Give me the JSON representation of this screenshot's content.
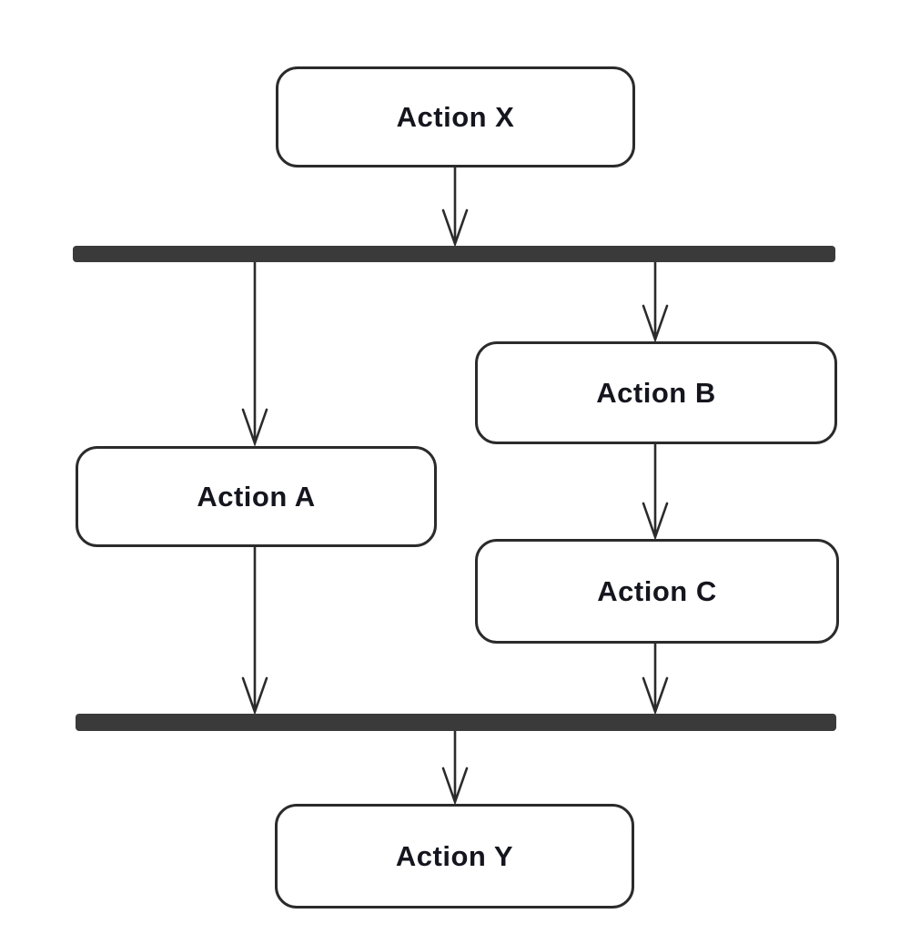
{
  "diagram": {
    "kind": "uml-activity-diagram",
    "description": "Fork and join of parallel actions",
    "colors": {
      "background": "#ffffff",
      "node_fill": "#ffffff",
      "node_border": "#2b2b2b",
      "sync_bar": "#3a3a3a",
      "edge": "#2b2b2b",
      "text": "#15151e"
    },
    "nodes": {
      "x": {
        "label": "Action X"
      },
      "a": {
        "label": "Action A"
      },
      "b": {
        "label": "Action B"
      },
      "c": {
        "label": "Action C"
      },
      "y": {
        "label": "Action Y"
      }
    },
    "bars": [
      {
        "id": "fork",
        "role": "fork-bar"
      },
      {
        "id": "join",
        "role": "join-bar"
      }
    ],
    "edges": [
      {
        "from": "Action X",
        "to": "fork"
      },
      {
        "from": "fork",
        "to": "Action A"
      },
      {
        "from": "fork",
        "to": "Action B"
      },
      {
        "from": "Action B",
        "to": "Action C"
      },
      {
        "from": "Action A",
        "to": "join"
      },
      {
        "from": "Action C",
        "to": "join"
      },
      {
        "from": "join",
        "to": "Action Y"
      }
    ]
  }
}
